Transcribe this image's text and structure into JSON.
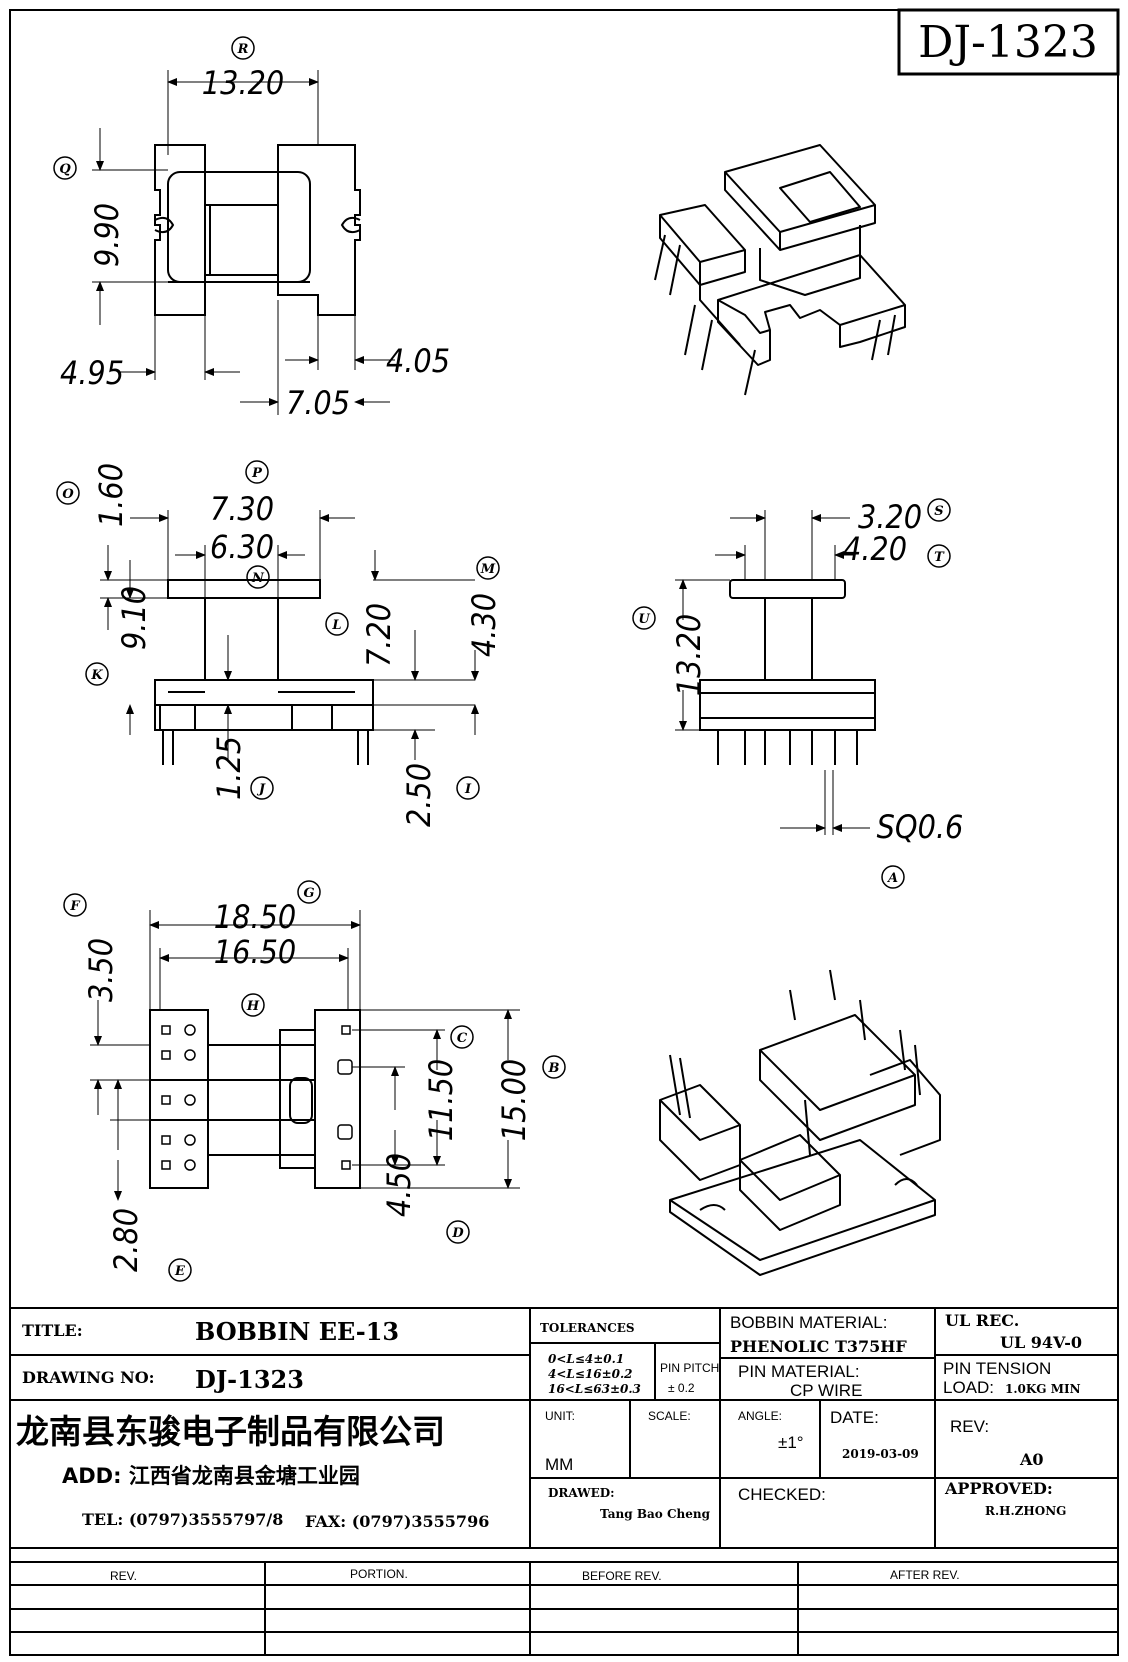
{
  "drawing_id": "DJ-1323",
  "callouts": [
    "R",
    "Q",
    "O",
    "P",
    "N",
    "M",
    "L",
    "K",
    "J",
    "I",
    "S",
    "T",
    "U",
    "A",
    "F",
    "G",
    "H",
    "C",
    "B",
    "D",
    "E"
  ],
  "dimensions": {
    "top": [
      "13.20",
      "9.90",
      "4.95",
      "4.05",
      "7.05"
    ],
    "front": [
      "7.30",
      "6.30",
      "1.60",
      "9.10",
      "7.20",
      "4.30",
      "1.25",
      "2.50"
    ],
    "side": [
      "3.20",
      "4.20",
      "13.20",
      "SQ0.6"
    ],
    "bottom": [
      "18.50",
      "16.50",
      "3.50",
      "11.50",
      "15.00",
      "4.50",
      "2.80"
    ]
  },
  "title_block": {
    "title_label": "TITLE:",
    "title_value": "BOBBIN EE-13",
    "drawing_no_label": "DRAWING NO:",
    "drawing_no_value": "DJ-1323",
    "company": "龙南县东骏电子制品有限公司",
    "address": "ADD: 江西省龙南县金塘工业园",
    "tel": "TEL: (0797)3555797/8",
    "fax": "FAX: (0797)3555796",
    "tolerances_label": "TOLERANCES",
    "tolerance_lines": [
      "0<L≤4±0.1",
      "4<L≤16±0.2",
      "16<L≤63±0.3"
    ],
    "pin_pitch_label": "PIN PITCH",
    "pin_pitch_value": "± 0.2",
    "bobbin_material_label": "BOBBIN MATERIAL:",
    "bobbin_material_value": "PHENOLIC   T375HF",
    "pin_material_label": "PIN MATERIAL:",
    "pin_material_value": "CP WIRE",
    "ul_label": "UL REC.",
    "ul_value": "UL  94V-0",
    "pin_tension_label": "PIN TENSION",
    "pin_tension_load": "LOAD:",
    "pin_tension_value": "1.0KG MIN",
    "unit_label": "UNIT:",
    "unit_value": "MM",
    "scale_label": "SCALE:",
    "angle_label": "ANGLE:",
    "angle_value": "±1°",
    "date_label": "DATE:",
    "date_value": "2019-03-09",
    "rev_label": "REV:",
    "rev_value": "A0",
    "drawn_label": "DRAWED:",
    "drawn_value": "Tang Bao Cheng",
    "checked_label": "CHECKED:",
    "approved_label": "APPROVED:",
    "approved_value": "R.H.ZHONG"
  },
  "revision_table": {
    "headers": [
      "REV.",
      "PORTION.",
      "BEFORE REV.",
      "AFTER REV."
    ]
  }
}
